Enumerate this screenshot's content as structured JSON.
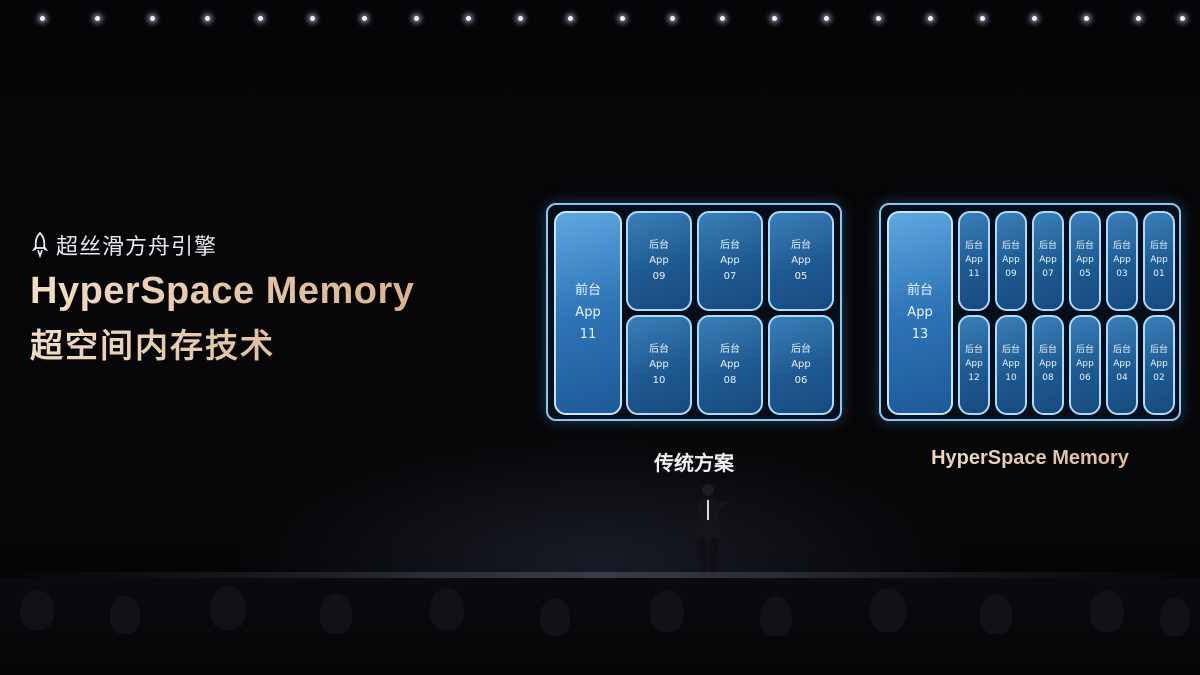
{
  "brand": {
    "label": "超丝滑方舟引擎",
    "icon": "rocket-icon"
  },
  "title": "HyperSpace Memory",
  "subtitle": "超空间内存技术",
  "left_panel": {
    "caption": "传统方案",
    "foreground": {
      "label": "前台",
      "app": "App",
      "num": "11"
    },
    "background": [
      {
        "label": "后台",
        "app": "App",
        "num": "09"
      },
      {
        "label": "后台",
        "app": "App",
        "num": "07"
      },
      {
        "label": "后台",
        "app": "App",
        "num": "05"
      },
      {
        "label": "后台",
        "app": "App",
        "num": "10"
      },
      {
        "label": "后台",
        "app": "App",
        "num": "08"
      },
      {
        "label": "后台",
        "app": "App",
        "num": "06"
      }
    ]
  },
  "right_panel": {
    "caption": "HyperSpace Memory",
    "foreground": {
      "label": "前台",
      "app": "App",
      "num": "13"
    },
    "background": [
      {
        "label": "后台",
        "app": "App",
        "num": "11"
      },
      {
        "label": "后台",
        "app": "App",
        "num": "09"
      },
      {
        "label": "后台",
        "app": "App",
        "num": "07"
      },
      {
        "label": "后台",
        "app": "App",
        "num": "05"
      },
      {
        "label": "后台",
        "app": "App",
        "num": "03"
      },
      {
        "label": "后台",
        "app": "App",
        "num": "01"
      },
      {
        "label": "后台",
        "app": "App",
        "num": "12"
      },
      {
        "label": "后台",
        "app": "App",
        "num": "10"
      },
      {
        "label": "后台",
        "app": "App",
        "num": "08"
      },
      {
        "label": "后台",
        "app": "App",
        "num": "06"
      },
      {
        "label": "后台",
        "app": "App",
        "num": "04"
      },
      {
        "label": "后台",
        "app": "App",
        "num": "02"
      }
    ]
  },
  "colors": {
    "accent_gold": "#dcb892",
    "card_blue": "#2e74b6",
    "panel_border": "#8ac8f2"
  }
}
